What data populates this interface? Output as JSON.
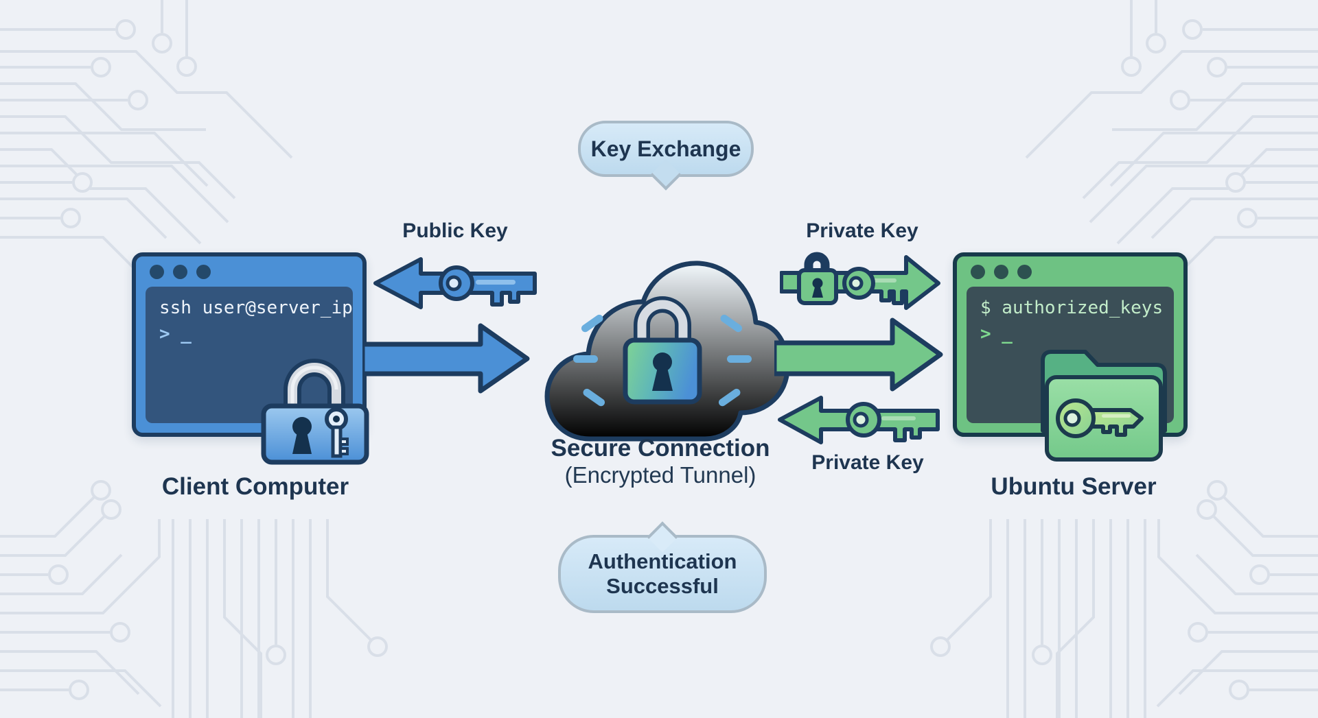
{
  "bubbles": {
    "key_exchange": "Key Exchange",
    "auth_line1": "Authentication",
    "auth_line2": "Successful"
  },
  "client": {
    "label": "Client Computer",
    "terminal_command": "ssh user@server_ip",
    "terminal_prompt": "> _"
  },
  "server": {
    "label": "Ubuntu Server",
    "terminal_command": "$ authorized_keys",
    "terminal_prompt": "> _"
  },
  "tunnel": {
    "title": "Secure Connection",
    "subtitle": "(Encrypted Tunnel)"
  },
  "keys": {
    "public_key_label": "Public Key",
    "private_key_label_top": "Private Key",
    "private_key_label_bottom": "Private Key"
  },
  "icons": {
    "client_window": "terminal-window-icon",
    "server_window": "terminal-window-icon",
    "client_lock": "padlock-key-icon",
    "cloud": "cloud-lock-icon",
    "folder": "folder-key-icon",
    "public_key_arrow": "key-arrow-left-icon",
    "private_key_arrow": "lock-key-arrow-right-icon",
    "return_key_arrow": "key-arrow-left-icon",
    "forward_blue_arrow": "arrow-right-icon",
    "forward_green_arrow": "arrow-right-icon"
  },
  "colors": {
    "background": "#eef1f6",
    "circuit": "#d9dfe8",
    "navy_outline": "#1d3c5f",
    "blue": "#4b90d6",
    "green": "#74c78a",
    "client_terminal": "#33557d",
    "server_terminal": "#3b4f57",
    "bubble_fill": "#cde5f5",
    "bubble_border": "#a9bac7",
    "text": "#1e3550"
  }
}
